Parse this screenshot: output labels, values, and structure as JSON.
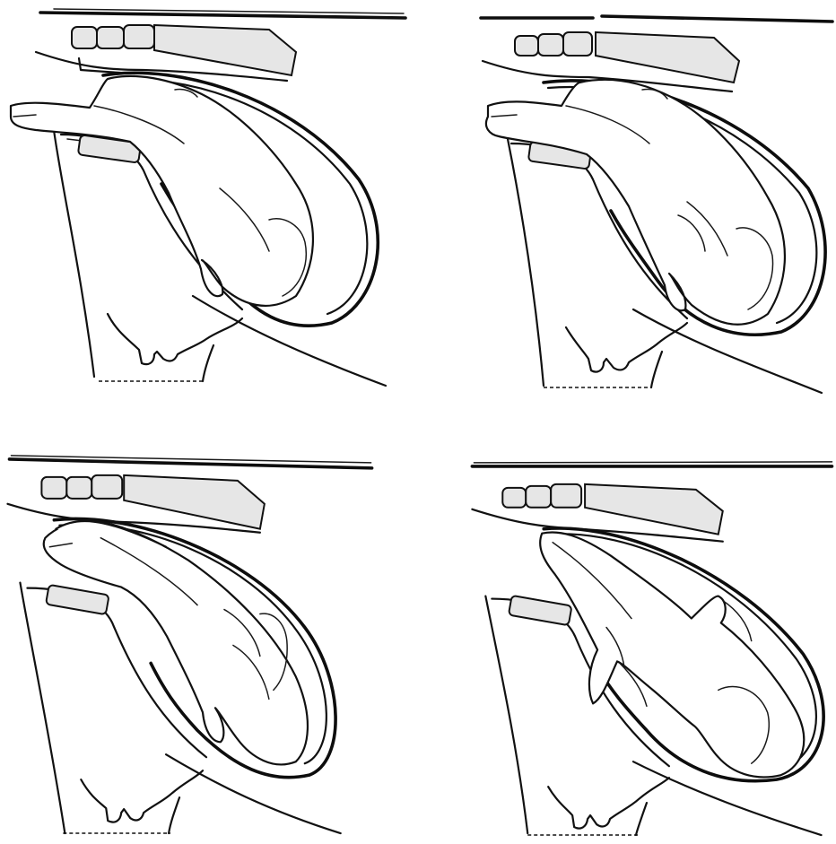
{
  "figure": {
    "panels": [
      {
        "id": "panel-1",
        "fetus": "calf-lying-forward-legs-extended"
      },
      {
        "id": "panel-2",
        "fetus": "calf-forward-legs-extended-body-rolled"
      },
      {
        "id": "panel-3",
        "fetus": "calf-forward-head-and-legs-raised"
      },
      {
        "id": "panel-4",
        "fetus": "calf-dorsal-position-legs-up"
      }
    ],
    "colors": {
      "ink": "#111111",
      "paper": "#ffffff",
      "stipple": "#e6e6e6"
    }
  }
}
